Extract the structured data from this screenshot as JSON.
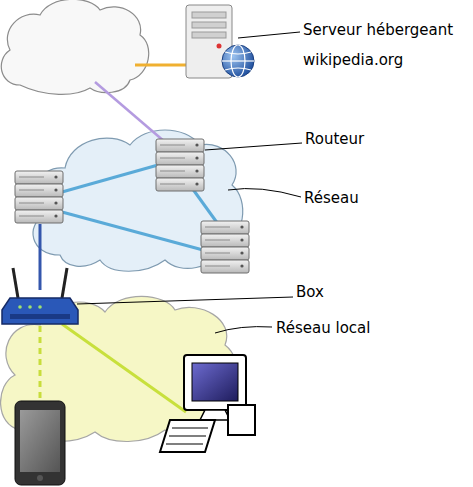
{
  "diagram": {
    "labels": [
      "Serveur hébergeant wikipedia.org",
      "Routeur",
      "Réseau",
      "Box",
      "Réseau local"
    ]
  }
}
